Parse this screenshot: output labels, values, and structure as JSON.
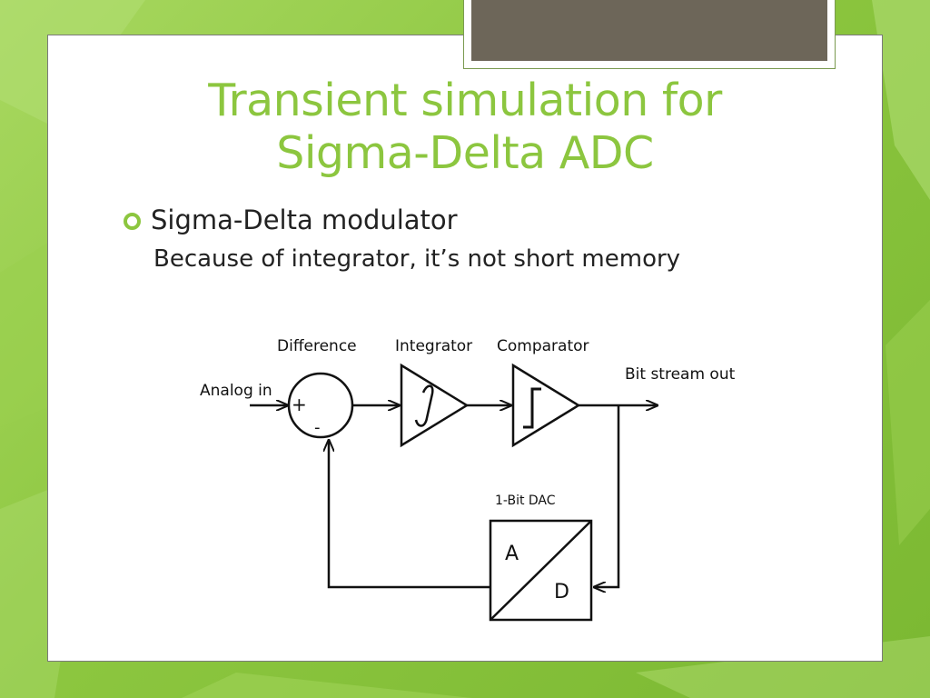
{
  "slide": {
    "title_line1": "Transient simulation for",
    "title_line2": "Sigma-Delta ADC",
    "bullet": "Sigma-Delta modulator",
    "subtext": "Because of integrator, it’s not short memory"
  },
  "diagram": {
    "labels": {
      "difference": "Difference",
      "integrator": "Integrator",
      "comparator": "Comparator",
      "analog_in": "Analog in",
      "bit_stream_out": "Bit stream out",
      "dac": "1-Bit DAC"
    },
    "symbols": {
      "plus": "+",
      "minus": "-",
      "dac_a": "A",
      "dac_d": "D"
    }
  },
  "colors": {
    "accent_green": "#8cc63f",
    "title_tab_fill": "#6d6659"
  }
}
